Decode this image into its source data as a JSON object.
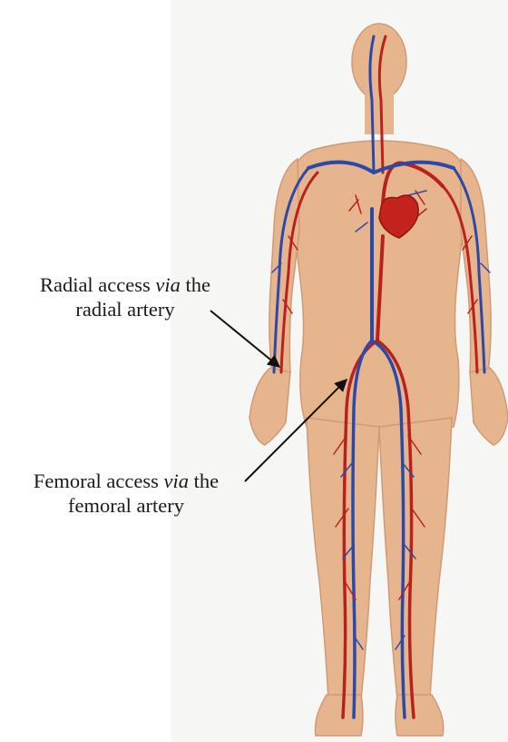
{
  "labels": {
    "radial": {
      "prefix": "Radial access ",
      "emph": "via",
      "suffix": " the",
      "line2": "radial artery"
    },
    "femoral": {
      "prefix": "Femoral access ",
      "emph": "via",
      "suffix": " the",
      "line2": "femoral artery"
    }
  },
  "colors": {
    "skin": "#e6b58e",
    "skin_outline": "#cf9a74",
    "artery": "#b8211d",
    "vein": "#2d49a8",
    "heart": "#c4221c",
    "arrow": "#111111"
  }
}
